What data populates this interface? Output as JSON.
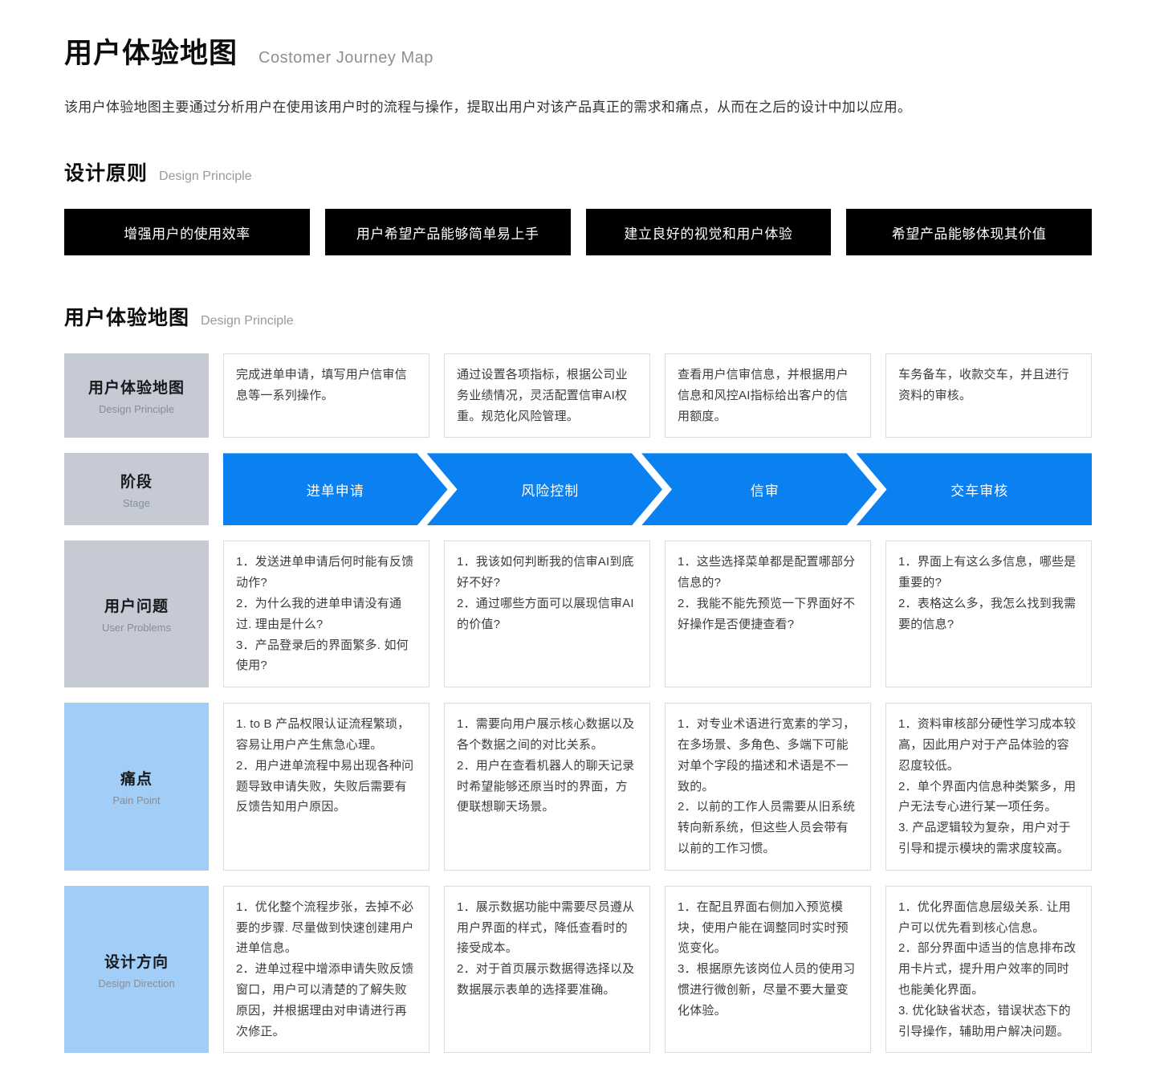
{
  "colors": {
    "stage_arrow_blue": "#0b80f0",
    "label_gray": "#c5cad4",
    "label_light_blue": "#a2cdf6",
    "principle_button_black": "#000000"
  },
  "header": {
    "title_zh": "用户体验地图",
    "title_en": "Costomer Journey Map",
    "description": "该用户体验地图主要通过分析用户在使用该用户时的流程与操作，提取出用户对该产品真正的需求和痛点，从而在之后的设计中加以应用。"
  },
  "design_principles": {
    "heading_zh": "设计原则",
    "heading_en": "Design Principle",
    "items": [
      "增强用户的使用效率",
      "用户希望产品能够简单易上手",
      "建立良好的视觉和用户体验",
      "希望产品能够体现其价值"
    ]
  },
  "journey_map": {
    "heading_zh": "用户体验地图",
    "heading_en": "Design Principle",
    "rows": {
      "overview": {
        "label_zh": "用户体验地图",
        "label_en": "Design Principle",
        "cells": [
          "完成进单申请，填写用户信审信息等一系列操作。",
          "通过设置各项指标，根据公司业务业绩情况，灵活配置信审AI权重。规范化风险管理。",
          "查看用户信审信息，并根据用户信息和风控AI指标给出客户的信用额度。",
          "车务备车，收款交车，并且进行资料的审核。"
        ]
      },
      "stage": {
        "label_zh": "阶段",
        "label_en": "Stage",
        "stages": [
          "进单申请",
          "风险控制",
          "信审",
          "交车审核"
        ]
      },
      "user_problems": {
        "label_zh": "用户问题",
        "label_en": "User Problems",
        "cells": [
          "1．发送进单申请后何时能有反馈动作?\n2．为什么我的进单申请没有通过. 理由是什么?\n3．产品登录后的界面繁多. 如何使用?",
          "1．我该如何判断我的信审AI到底好不好?\n2．通过哪些方面可以展现信审AI的价值?",
          "1．这些选择菜单都是配置哪部分信息的?\n2．我能不能先预览一下界面好不好操作是否便捷查看?",
          "1．界面上有这么多信息，哪些是重要的?\n2．表格这么多，我怎么找到我需要的信息?"
        ]
      },
      "pain_point": {
        "label_zh": "痛点",
        "label_en": "Pain Point",
        "cells": [
          "1. to B 产品权限认证流程繁琐，容易让用户产生焦急心理。\n2．用户进单流程中易出现各种问题导致申请失败，失败后需要有反馈告知用户原因。",
          "1．需要向用户展示核心数据以及各个数据之间的对比关系。\n2．用户在查看机器人的聊天记录时希望能够还原当时的界面，方便联想聊天场景。",
          "1．对专业术语进行宽素的学习，在多场景、多角色、多端下可能对单个字段的描述和术语是不一致的。\n2．以前的工作人员需要从旧系统转向新系统，但这些人员会带有以前的工作习惯。",
          "1．资料审核部分硬性学习成本较高，因此用户对于产品体验的容忍度较低。\n2．单个界面内信息种类繁多，用户无法专心进行某一项任务。\n3. 产品逻辑较为复杂，用户对于引导和提示模块的需求度较高。"
        ]
      },
      "design_direction": {
        "label_zh": "设计方向",
        "label_en": "Design Direction",
        "cells": [
          "1．优化整个流程步张，去掉不必要的步骤. 尽量做到快速创建用户进单信息。\n2．进单过程中增添申请失败反馈窗口，用户可以清楚的了解失败原因，并根据理由对申请进行再次修正。",
          "1．展示数据功能中需要尽员遵从用户界面的样式，降低查看时的接受成本。\n2．对于首页展示数据得选择以及数据展示表单的选择要准确。",
          "1．在配且界面右侧加入预览模块，使用户能在调整同时实时预览变化。\n3．根据原先该岗位人员的使用习惯进行微创新，尽量不要大量变化体验。",
          "1．优化界面信息层级关系. 让用户可以优先看到核心信息。\n2．部分界面中适当的信息排布改用卡片式，提升用户效率的同时也能美化界面。\n3. 优化缺省状态，错误状态下的引导操作，辅助用户解决问题。"
        ]
      }
    }
  }
}
